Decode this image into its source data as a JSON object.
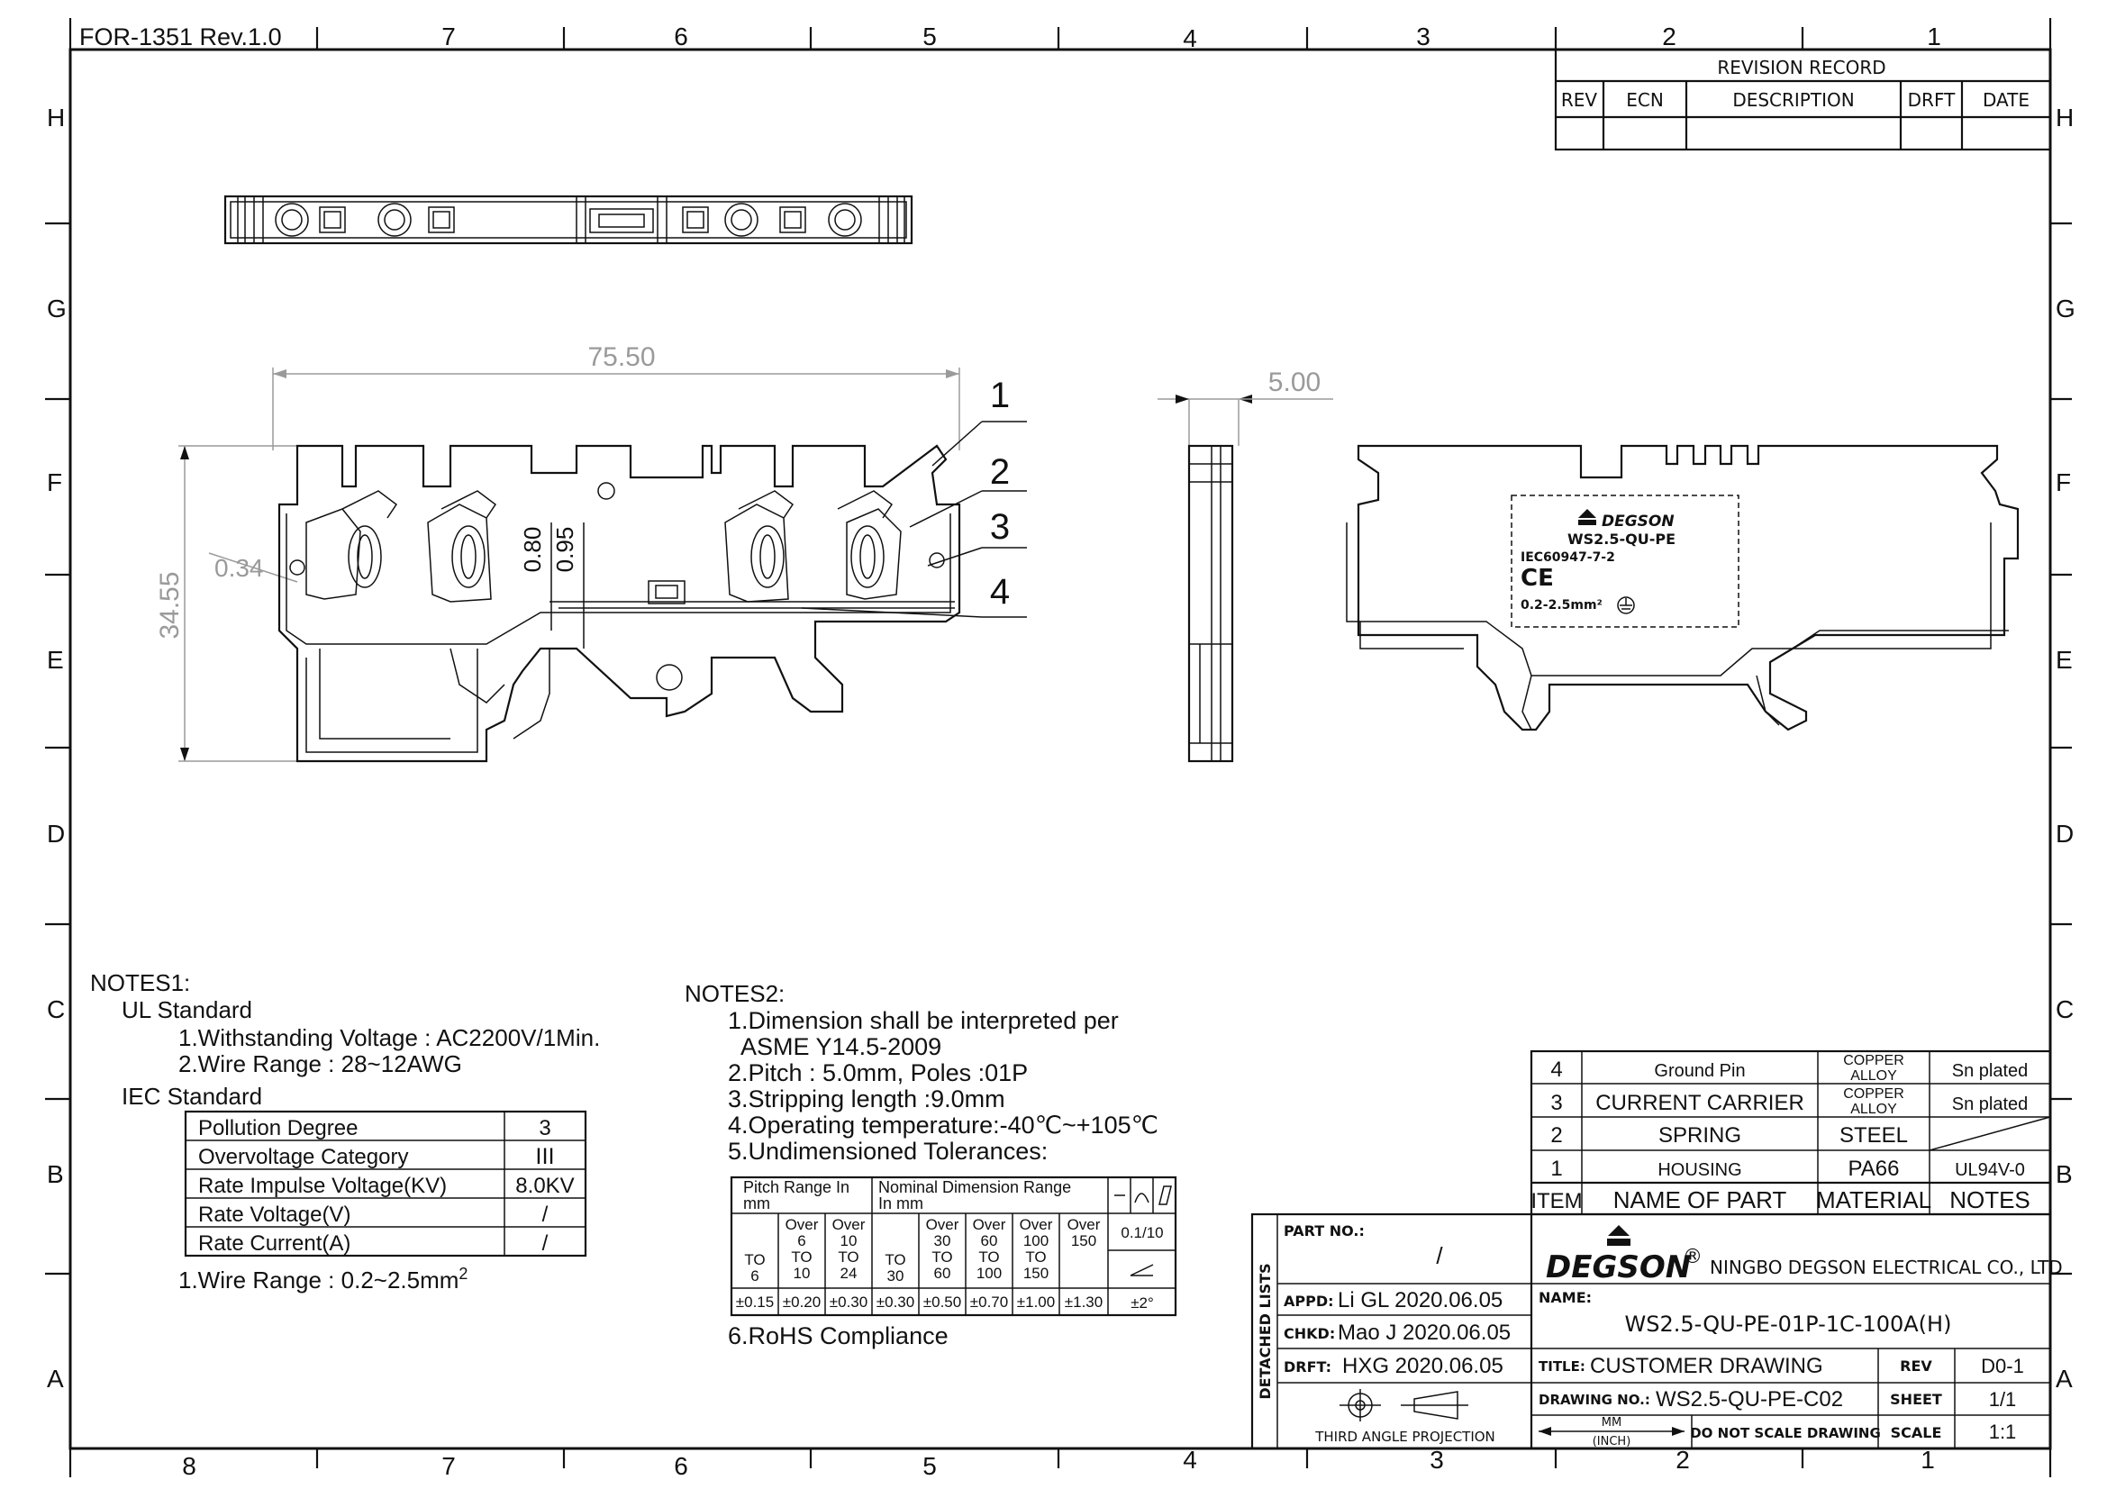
{
  "form_id": "FOR-1351 Rev.1.0",
  "zones": {
    "top_cols": [
      "7",
      "6",
      "5",
      "4",
      "3",
      "2",
      "1"
    ],
    "bottom_cols": [
      "8",
      "7",
      "6",
      "5",
      "4",
      "3",
      "2",
      "1"
    ],
    "rows": [
      "H",
      "G",
      "F",
      "E",
      "D",
      "C",
      "B",
      "A"
    ]
  },
  "revision_record": {
    "title": "REVISION RECORD",
    "headers": [
      "REV",
      "ECN",
      "DESCRIPTION",
      "DRFT",
      "DATE"
    ]
  },
  "dimensions": {
    "width": "75.50",
    "pitch": "5.00",
    "height": "34.55",
    "d1": "0.34",
    "d2": "0.80",
    "d3": "0.95"
  },
  "callouts": [
    "1",
    "2",
    "3",
    "4"
  ],
  "label": {
    "brand": "DEGSON",
    "model": "WS2.5-QU-PE",
    "standard": "IEC60947-7-2",
    "ce": "CE",
    "range": "0.2-2.5mm²"
  },
  "notes1": {
    "title": "NOTES1:",
    "ul_title": "UL Standard",
    "ul_items": [
      "1.Withstanding Voltage : AC2200V/1Min.",
      "2.Wire Range : 28~12AWG"
    ],
    "iec_title": "IEC Standard",
    "iec_table": [
      {
        "k": "Pollution Degree",
        "v": "3"
      },
      {
        "k": "Overvoltage Category",
        "v": "III"
      },
      {
        "k": "Rate Impulse Voltage(KV)",
        "v": "8.0KV"
      },
      {
        "k": "Rate Voltage(V)",
        "v": "/"
      },
      {
        "k": "Rate Current(A)",
        "v": "/"
      }
    ],
    "wire_range_prefix": "1.Wire Range : 0.2~2.5mm",
    "wire_range_sup": "2"
  },
  "notes2": {
    "title": "NOTES2:",
    "items": [
      "1.Dimension shall be interpreted per",
      "ASME Y14.5-2009",
      "2.Pitch : 5.0mm, Poles :01P",
      "3.Stripping length :9.0mm",
      "4.Operating temperature:-40℃~+105℃",
      "5.Undimensioned Tolerances:"
    ],
    "tol_table": {
      "pitch_header": [
        "Pitch Range In",
        "mm"
      ],
      "nominal_header": [
        "Nominal Dimension Range",
        "In mm"
      ],
      "pitch_cols": [
        [
          "",
          "TO",
          "6"
        ],
        [
          "Over",
          "6",
          "TO",
          "10"
        ],
        [
          "Over",
          "10",
          "TO",
          "24"
        ]
      ],
      "nominal_cols": [
        [
          "",
          "TO",
          "30"
        ],
        [
          "Over",
          "30",
          "TO",
          "60"
        ],
        [
          "Over",
          "60",
          "TO",
          "100"
        ],
        [
          "Over",
          "100",
          "TO",
          "150"
        ],
        [
          "Over",
          "150"
        ]
      ],
      "tolerances": [
        "±0.15",
        "±0.20",
        "±0.30",
        "±0.30",
        "±0.50",
        "±0.70",
        "±1.00",
        "±1.30"
      ],
      "angle_top": "0.1/10",
      "angle_bottom": "±2°"
    },
    "rohs": "6.RoHS Compliance"
  },
  "bom": {
    "rows": [
      {
        "item": "4",
        "name": "Ground Pin",
        "material": [
          "COPPER",
          "ALLOY"
        ],
        "notes": "Sn plated"
      },
      {
        "item": "3",
        "name": "CURRENT CARRIER",
        "material": [
          "COPPER",
          "ALLOY"
        ],
        "notes": "Sn plated"
      },
      {
        "item": "2",
        "name": "SPRING",
        "material": [
          "STEEL"
        ],
        "notes": ""
      },
      {
        "item": "1",
        "name": "HOUSING",
        "material": [
          "PA66"
        ],
        "notes": "UL94V-0"
      }
    ],
    "headers": {
      "item": "ITEM",
      "name": "NAME OF PART",
      "material": "MATERIAL",
      "notes": "NOTES"
    }
  },
  "title_block": {
    "detached_lists": "DETACHED LISTS",
    "part_no_label": "PART NO.:",
    "part_no_value": "/",
    "appd_label": "APPD:",
    "appd_value": "Li GL 2020.06.05",
    "chkd_label": "CHKD:",
    "chkd_value": "Mao J 2020.06.05",
    "drft_label": "DRFT:",
    "drft_value": "HXG 2020.06.05",
    "projection": "THIRD ANGLE PROJECTION",
    "company_logo": "DEGSON",
    "registered": "®",
    "company": "NINGBO DEGSON ELECTRICAL CO., LTD",
    "name_label": "NAME:",
    "name_value": "WS2.5-QU-PE-01P-1C-100A(H)",
    "title_label": "TITLE:",
    "title_value": "CUSTOMER DRAWING",
    "rev_label": "REV",
    "rev_value": "D0-1",
    "drawing_no_label": "DRAWING NO.:",
    "drawing_no_value": "WS2.5-QU-PE-C02",
    "sheet_label": "SHEET",
    "sheet_value": "1/1",
    "units_top": "MM",
    "units_bottom": "(INCH)",
    "do_not_scale": "DO NOT SCALE DRAWING",
    "scale_label": "SCALE",
    "scale_value": "1:1"
  }
}
